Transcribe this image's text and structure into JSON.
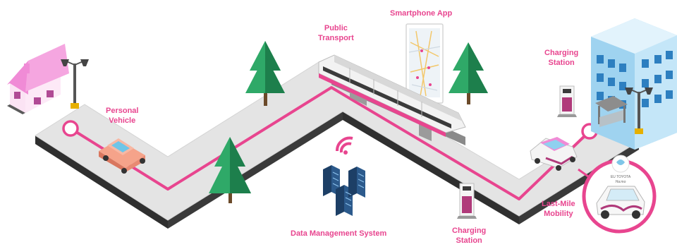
{
  "labels": {
    "personal_vehicle": [
      "Personal",
      "Vehicle"
    ],
    "public_transport": [
      "Public",
      "Transport"
    ],
    "smartphone_app": "Smartphone App",
    "charging_station_top": [
      "Charging",
      "Station"
    ],
    "charging_station_bottom": [
      "Charging",
      "Station"
    ],
    "last_mile_mobility": [
      "Last-Mile",
      "Mobility"
    ],
    "data_management_system": "Data Management System"
  },
  "badge": {
    "brand_line1": "EU TOYOTA",
    "brand_line2": "Ha:mo"
  },
  "colors": {
    "accent": "#e8458f",
    "road_top": "#e4e4e4",
    "road_side": "#2f2f2f",
    "tree": "#2fa968",
    "tree_dark": "#1d7f4c",
    "building": "#9fd3f0",
    "house": "#f08bd6"
  },
  "icons": [
    "house-icon",
    "street-lamp-icon",
    "tree-icon",
    "car-icon",
    "train-icon",
    "smartphone-icon",
    "charging-station-icon",
    "office-building-icon",
    "bus-stop-icon",
    "wifi-icon",
    "server-icon",
    "electric-car-icon"
  ]
}
